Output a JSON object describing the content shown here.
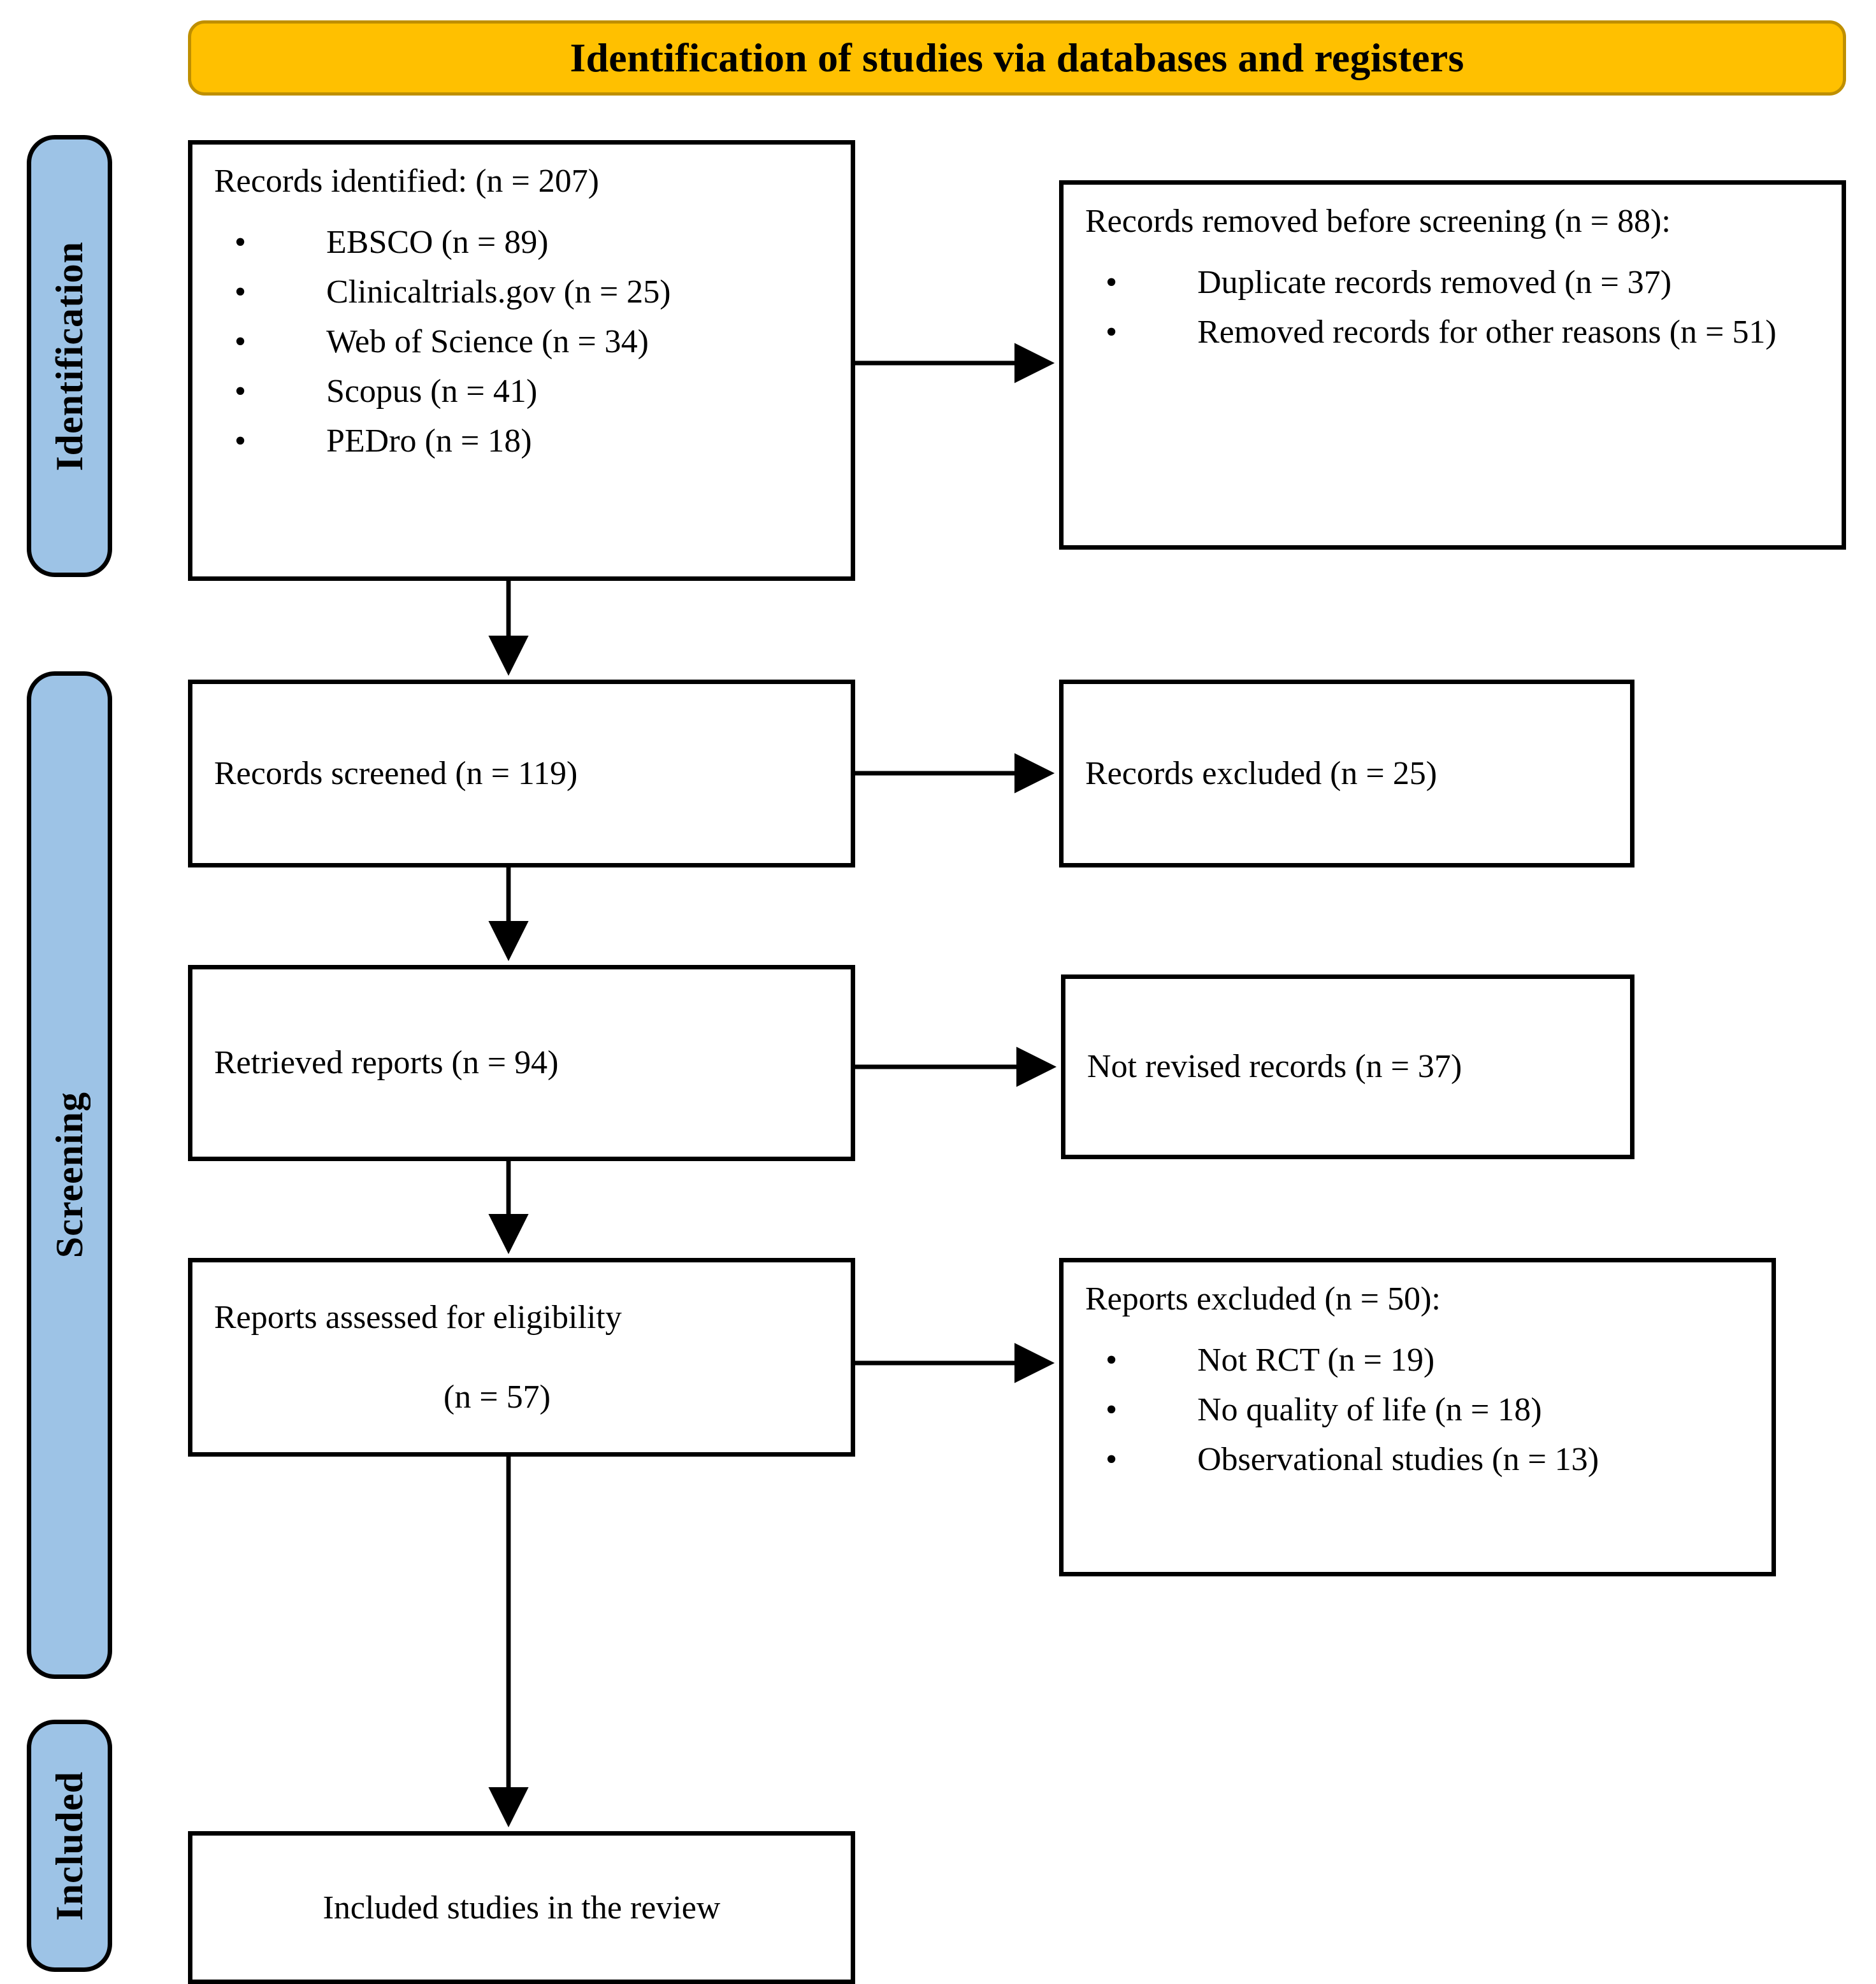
{
  "title": "Identification of studies via databases and registers",
  "colors": {
    "banner_fill": "#FFC000",
    "banner_border": "#BF8F00",
    "phase_fill": "#9DC3E6",
    "box_border": "#000000",
    "text": "#000000"
  },
  "phases": [
    {
      "label": "Identification"
    },
    {
      "label": "Screening"
    },
    {
      "label": "Included"
    }
  ],
  "boxes": {
    "records_identified": {
      "heading": "Records identified: (n = 207)",
      "items": [
        "EBSCO (n = 89)",
        "Clinicaltrials.gov  (n = 25)",
        "Web of Science (n = 34)",
        "Scopus (n = 41)",
        "PEDro (n = 18)"
      ]
    },
    "records_removed": {
      "heading": "Records removed before screening (n = 88):",
      "items": [
        "Duplicate records removed (n = 37)",
        "Removed records for other reasons (n = 51)"
      ]
    },
    "records_screened": {
      "line": "Records screened (n = 119)"
    },
    "records_excluded": {
      "line": "Records excluded (n = 25)"
    },
    "retrieved_reports": {
      "line": "Retrieved reports (n = 94)"
    },
    "not_revised_records": {
      "line": "Not revised records (n = 37)"
    },
    "reports_assessed": {
      "line1": "Reports assessed for eligibility",
      "line2": "(n = 57)"
    },
    "reports_excluded": {
      "heading": "Reports excluded (n = 50):",
      "items": [
        "Not RCT (n = 19)",
        "No quality of life (n = 18)",
        "Observational studies (n = 13)"
      ]
    },
    "included_studies": {
      "line": "Included studies in the review"
    }
  },
  "bullet_glyph": "•",
  "chart_data": {
    "type": "diagram",
    "title": "Identification of studies via databases and registers",
    "nodes": [
      {
        "id": "records_identified",
        "phase": "Identification",
        "label": "Records identified: (n = 207)",
        "n": 207,
        "breakdown": [
          {
            "source": "EBSCO",
            "n": 89
          },
          {
            "source": "Clinicaltrials.gov",
            "n": 25
          },
          {
            "source": "Web of Science",
            "n": 34
          },
          {
            "source": "Scopus",
            "n": 41
          },
          {
            "source": "PEDro",
            "n": 18
          }
        ]
      },
      {
        "id": "records_removed",
        "phase": "Identification",
        "label": "Records removed before screening (n = 88):",
        "n": 88,
        "breakdown": [
          {
            "reason": "Duplicate records removed",
            "n": 37
          },
          {
            "reason": "Removed records for other reasons",
            "n": 51
          }
        ]
      },
      {
        "id": "records_screened",
        "phase": "Screening",
        "label": "Records screened (n = 119)",
        "n": 119
      },
      {
        "id": "records_excluded",
        "phase": "Screening",
        "label": "Records excluded (n = 25)",
        "n": 25
      },
      {
        "id": "retrieved_reports",
        "phase": "Screening",
        "label": "Retrieved reports (n = 94)",
        "n": 94
      },
      {
        "id": "not_revised_records",
        "phase": "Screening",
        "label": "Not revised records (n = 37)",
        "n": 37
      },
      {
        "id": "reports_assessed",
        "phase": "Screening",
        "label": "Reports assessed for eligibility (n = 57)",
        "n": 57
      },
      {
        "id": "reports_excluded",
        "phase": "Screening",
        "label": "Reports excluded (n = 50):",
        "n": 50,
        "breakdown": [
          {
            "reason": "Not RCT",
            "n": 19
          },
          {
            "reason": "No quality of life",
            "n": 18
          },
          {
            "reason": "Observational studies",
            "n": 13
          }
        ]
      },
      {
        "id": "included_studies",
        "phase": "Included",
        "label": "Included studies in the review"
      }
    ],
    "edges": [
      {
        "from": "records_identified",
        "to": "records_removed",
        "direction": "right"
      },
      {
        "from": "records_identified",
        "to": "records_screened",
        "direction": "down"
      },
      {
        "from": "records_screened",
        "to": "records_excluded",
        "direction": "right"
      },
      {
        "from": "records_screened",
        "to": "retrieved_reports",
        "direction": "down"
      },
      {
        "from": "retrieved_reports",
        "to": "not_revised_records",
        "direction": "right"
      },
      {
        "from": "retrieved_reports",
        "to": "reports_assessed",
        "direction": "down"
      },
      {
        "from": "reports_assessed",
        "to": "reports_excluded",
        "direction": "right"
      },
      {
        "from": "reports_assessed",
        "to": "included_studies",
        "direction": "down"
      }
    ]
  }
}
